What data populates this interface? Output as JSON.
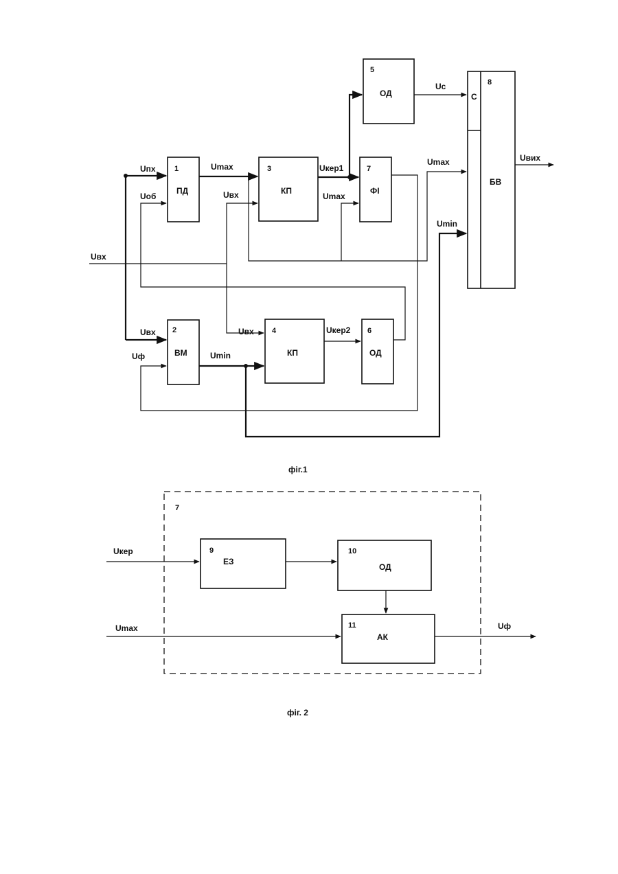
{
  "fig1": {
    "caption": "фіг.1",
    "blocks": [
      {
        "id": "b1",
        "num": "1",
        "label": "ПД"
      },
      {
        "id": "b2",
        "num": "2",
        "label": "ВМ"
      },
      {
        "id": "b3",
        "num": "3",
        "label": "КП"
      },
      {
        "id": "b4",
        "num": "4",
        "label": "КП"
      },
      {
        "id": "b5",
        "num": "5",
        "label": "ОД"
      },
      {
        "id": "b6",
        "num": "6",
        "label": "ОД"
      },
      {
        "id": "b7",
        "num": "7",
        "label": "ФІ"
      },
      {
        "id": "b8",
        "num": "8",
        "label": "БВ",
        "port": "C"
      }
    ],
    "signals": {
      "u_pk": "Uпх",
      "u_ob": "Uоб",
      "u_in_main": "Uвх",
      "u_in_b2": "Uвх",
      "u_f": "Uф",
      "u_max_b1": "Umax",
      "u_in_b3": "Uвх",
      "u_ker1": "Uкер1",
      "u_max_b7": "Umax",
      "u_c": "Uс",
      "u_max_b8": "Umax",
      "u_min_b8": "Umin",
      "u_out": "Uвих",
      "u_in_b4": "Uвх",
      "u_min_b2": "Umin",
      "u_ker2": "Uкер2"
    }
  },
  "fig2": {
    "caption": "фіг. 2",
    "container_num": "7",
    "blocks": [
      {
        "id": "b9",
        "num": "9",
        "label": "ЕЗ"
      },
      {
        "id": "b10",
        "num": "10",
        "label": "ОД"
      },
      {
        "id": "b11",
        "num": "11",
        "label": "АК"
      }
    ],
    "signals": {
      "u_ker": "Uкер",
      "u_max": "Umax",
      "u_f": "Uф"
    }
  }
}
